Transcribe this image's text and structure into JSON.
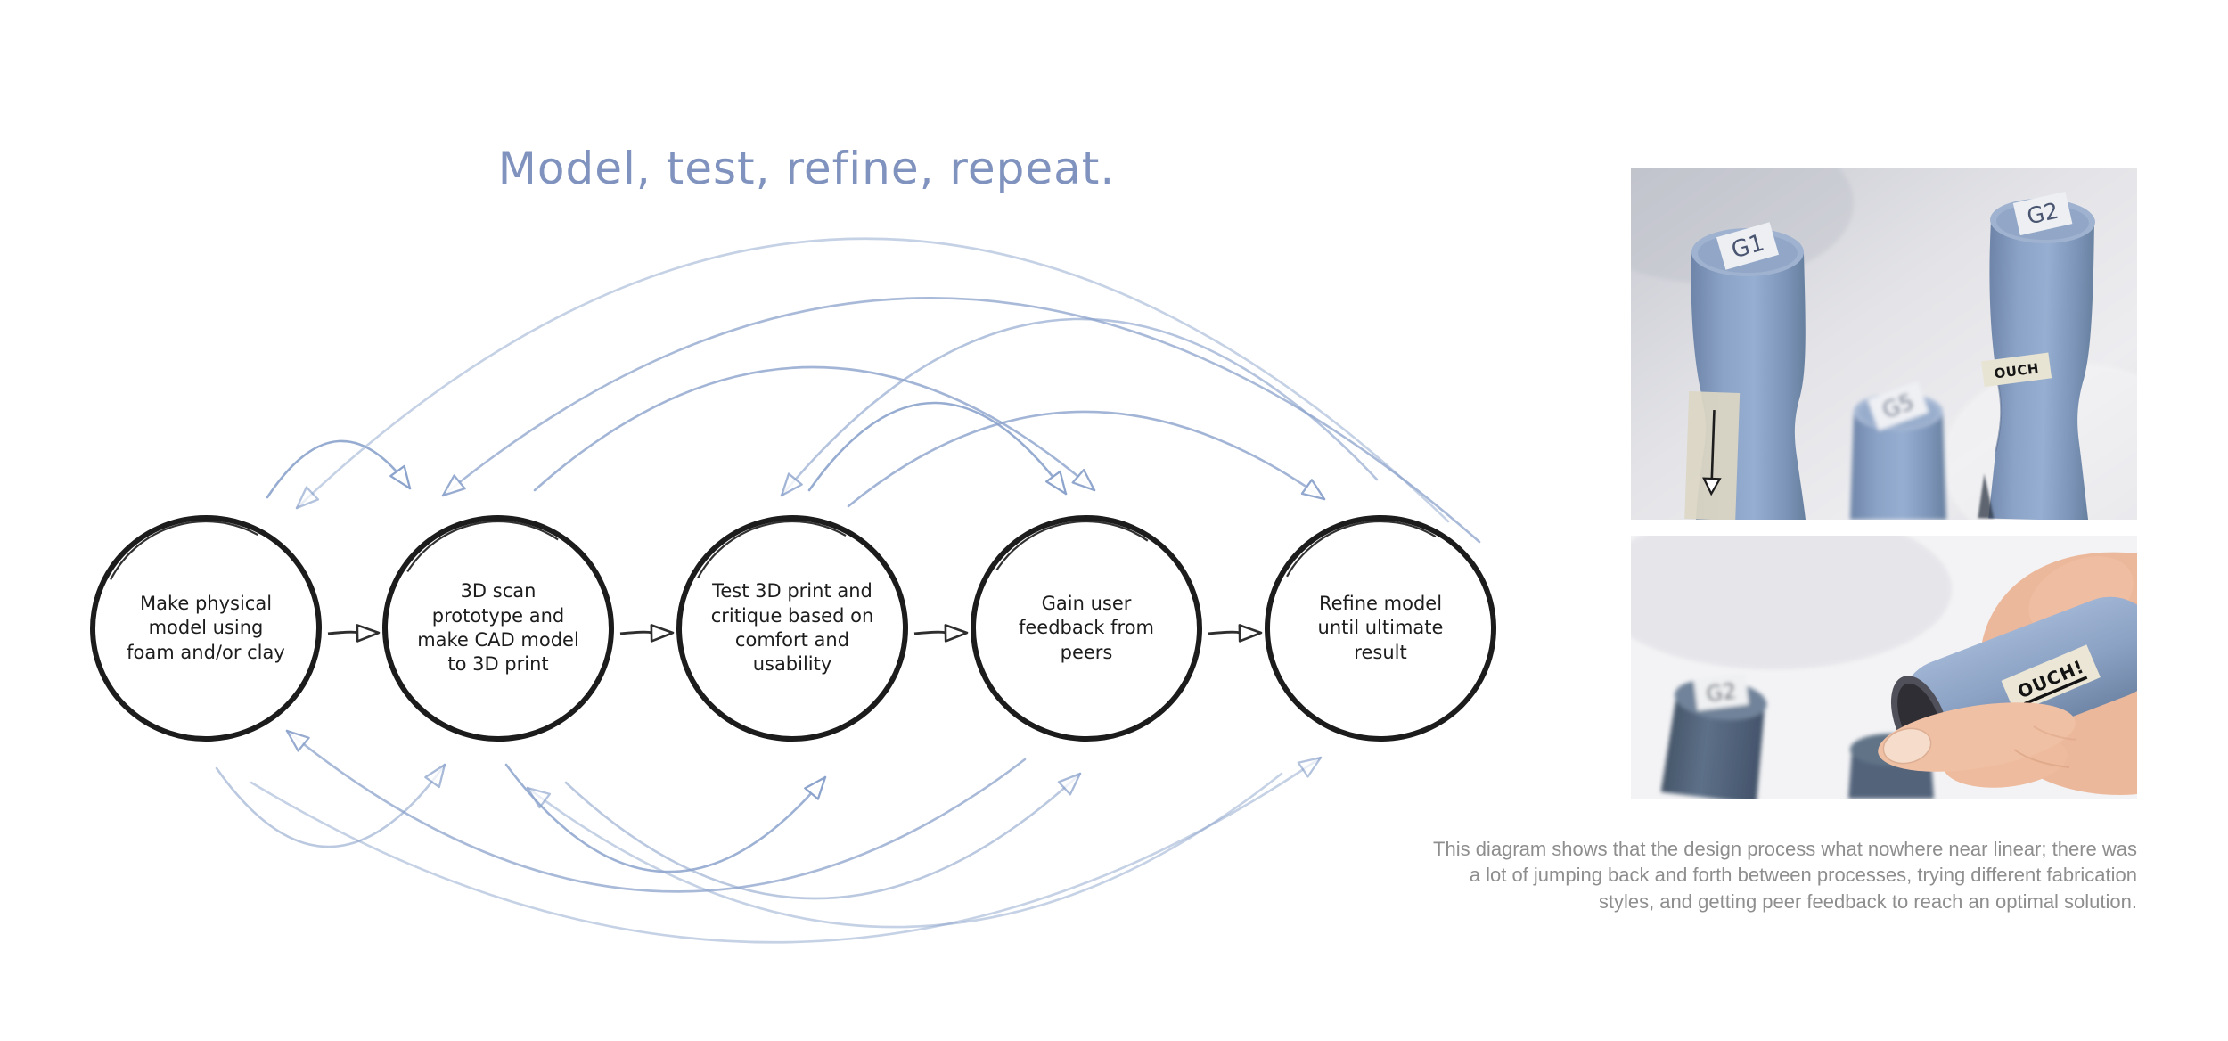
{
  "title": "Model, test, refine, repeat.",
  "steps": [
    {
      "label": "Make physical model using foam and/or clay"
    },
    {
      "label": "3D scan prototype and make CAD model to 3D print"
    },
    {
      "label": "Test 3D print and critique based on comfort and usability"
    },
    {
      "label": "Gain user feedback from peers"
    },
    {
      "label": "Refine model until ultimate result"
    }
  ],
  "connections": {
    "forward": [
      [
        1,
        2
      ],
      [
        2,
        3
      ],
      [
        3,
        4
      ],
      [
        4,
        5
      ]
    ],
    "feedback_top": [
      [
        5,
        1
      ],
      [
        5,
        2
      ],
      [
        1,
        2
      ],
      [
        5,
        3
      ],
      [
        3,
        4
      ],
      [
        2,
        4
      ],
      [
        3,
        5
      ]
    ],
    "feedback_bottom": [
      [
        1,
        2
      ],
      [
        4,
        1
      ],
      [
        5,
        2
      ],
      [
        2,
        3
      ],
      [
        2,
        4
      ],
      [
        1,
        5
      ]
    ]
  },
  "caption": {
    "lines": [
      "This diagram shows that the design process what nowhere near linear; there was",
      "a lot of jumping back and forth between processes, trying different fabrication",
      "styles, and getting peer feedback to reach an optimal solution."
    ]
  },
  "photos": {
    "top": {
      "labels": {
        "g1": "G1",
        "g5": "G5",
        "g2": "G2",
        "tape": "OUCH"
      }
    },
    "bottom": {
      "labels": {
        "tape": "OUCH!",
        "g2": "G2"
      }
    }
  },
  "colors": {
    "accent_blue": "#8093BE",
    "arc_blue": "#8CA3CC",
    "ink": "#1C1C1C",
    "connector_dark": "#2E2E2E",
    "caption_gray": "#8E8E8E",
    "cylinder_blue": "#8BA3C6",
    "cylinder_dark": "#55667C",
    "skin": "#ECB89C"
  }
}
